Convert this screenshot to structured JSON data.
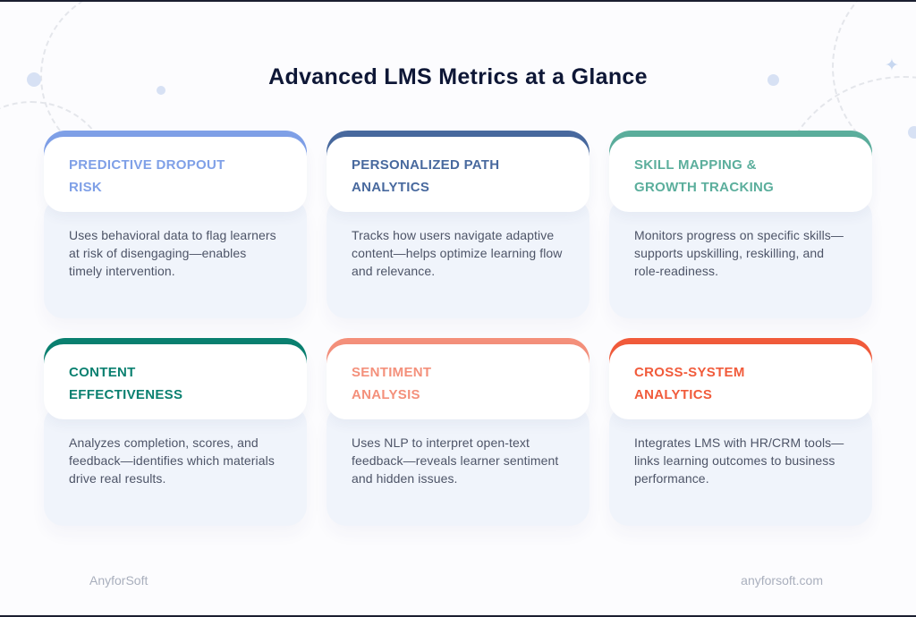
{
  "page": {
    "title": "Advanced LMS Metrics at a Glance"
  },
  "theme": {
    "background": "#FCFCFE",
    "frame_line": "#1A1E30",
    "panel": "#F0F4FB",
    "body_text": "#4D5467",
    "heading_text": "#0E1736",
    "footer_text": "#A9AFBD",
    "decor_dash": "#E4E6EB",
    "decor_dot": "#D7E1F4"
  },
  "cards": [
    {
      "title_line1": "PREDICTIVE DROPOUT",
      "title_line2": "RISK",
      "description": "Uses behavioral data to flag learners at risk of disengaging—enables timely intervention.",
      "accent_color": "#7FA0E7"
    },
    {
      "title_line1": "PERSONALIZED PATH",
      "title_line2": "ANALYTICS",
      "description": "Tracks how users navigate adaptive content—helps optimize learning flow and relevance.",
      "accent_color": "#48699E"
    },
    {
      "title_line1": "SKILL MAPPING &",
      "title_line2": "GROWTH TRACKING",
      "description": "Monitors progress on specific skills—supports upskilling, reskilling, and role-readiness.",
      "accent_color": "#5BAE9C"
    },
    {
      "title_line1": "CONTENT",
      "title_line2": "EFFECTIVENESS",
      "description": "Analyzes completion, scores, and feedback—identifies which materials drive real results.",
      "accent_color": "#0A8070"
    },
    {
      "title_line1": "SENTIMENT",
      "title_line2": "ANALYSIS",
      "description": "Uses NLP to interpret open-text feedback—reveals learner sentiment and hidden issues.",
      "accent_color": "#F4907B"
    },
    {
      "title_line1": "CROSS-SYSTEM",
      "title_line2": "ANALYTICS",
      "description": "Integrates LMS with HR/CRM tools—links learning outcomes to business performance.",
      "accent_color": "#F15B3B"
    }
  ],
  "footer": {
    "brand": "AnyforSoft",
    "website": "anyforsoft.com",
    "sparkle_icon": "✦"
  }
}
